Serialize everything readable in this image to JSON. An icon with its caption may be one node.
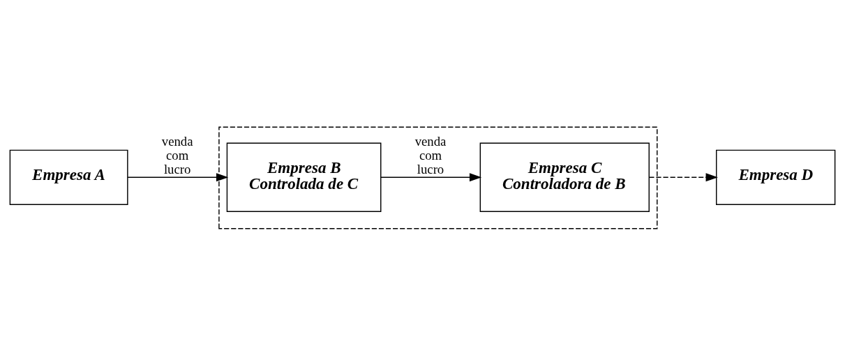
{
  "diagram": {
    "nodes": [
      {
        "text": [
          "Empresa A"
        ]
      },
      {
        "text": [],
        "shape": "box"
      },
      {
        "text": [
          "Empresa B Controlada de C"
        ],
        "in": 1
      },
      {
        "text": [
          "Empresa C Controladora de B"
        ],
        "in": 1
      },
      {
        "text": [
          "Empresa D"
        ]
      }
    ],
    "edges": [
      {
        "from": 0,
        "to": 2,
        "arrow": "to",
        "label": "venda com lucro"
      },
      {
        "from": 2,
        "to": 3,
        "arrow": "to",
        "label": "venda com lucro"
      },
      {
        "from": 3,
        "to": 4,
        "arrow": "to",
        "style": "dashed"
      }
    ]
  }
}
